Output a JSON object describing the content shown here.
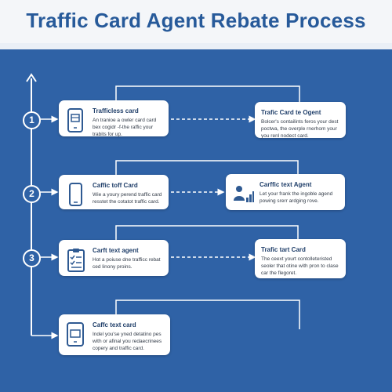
{
  "title": "Traffic Card Agent Rebate Process",
  "steps": [
    "1",
    "2",
    "3"
  ],
  "rows": [
    {
      "left": {
        "title": "Trafficless card",
        "desc": "An tranioe a owler card card bex cogidr -f-the raffic your trabits for up.",
        "icon": "phone-card-icon"
      },
      "right": {
        "title": "Trafic Card te Ogent",
        "desc": "Bolcer's contailints feros your dest poctwa, the overple rnerhom your you renl nodect card."
      }
    },
    {
      "left": {
        "title": "Caffic toff Card",
        "desc": "Wie a youry perend traffic card resstet the cotatot traffic card.",
        "icon": "smartphone-icon"
      },
      "right": {
        "title": "Carffic text Agent",
        "desc": "Let your frank the ingoble agend powing srerr ardging rove.",
        "icon": "agent-chart-icon"
      }
    },
    {
      "left": {
        "title": "Carft text agent",
        "desc": "Hot a poiuse dne trafficc rebat ced linony proins.",
        "icon": "clipboard-checklist-icon"
      },
      "right": {
        "title": "Trafic tart Card",
        "desc": "The ceext yourt contolleteristed seoler that otine with pron to clase car the flegoret."
      }
    },
    {
      "left": {
        "title": "Caffc text card",
        "desc": "Indel you'se yned detatino pes with or afinal you redaecrinees copery and traffic card.",
        "icon": "phone-card-icon"
      }
    }
  ]
}
